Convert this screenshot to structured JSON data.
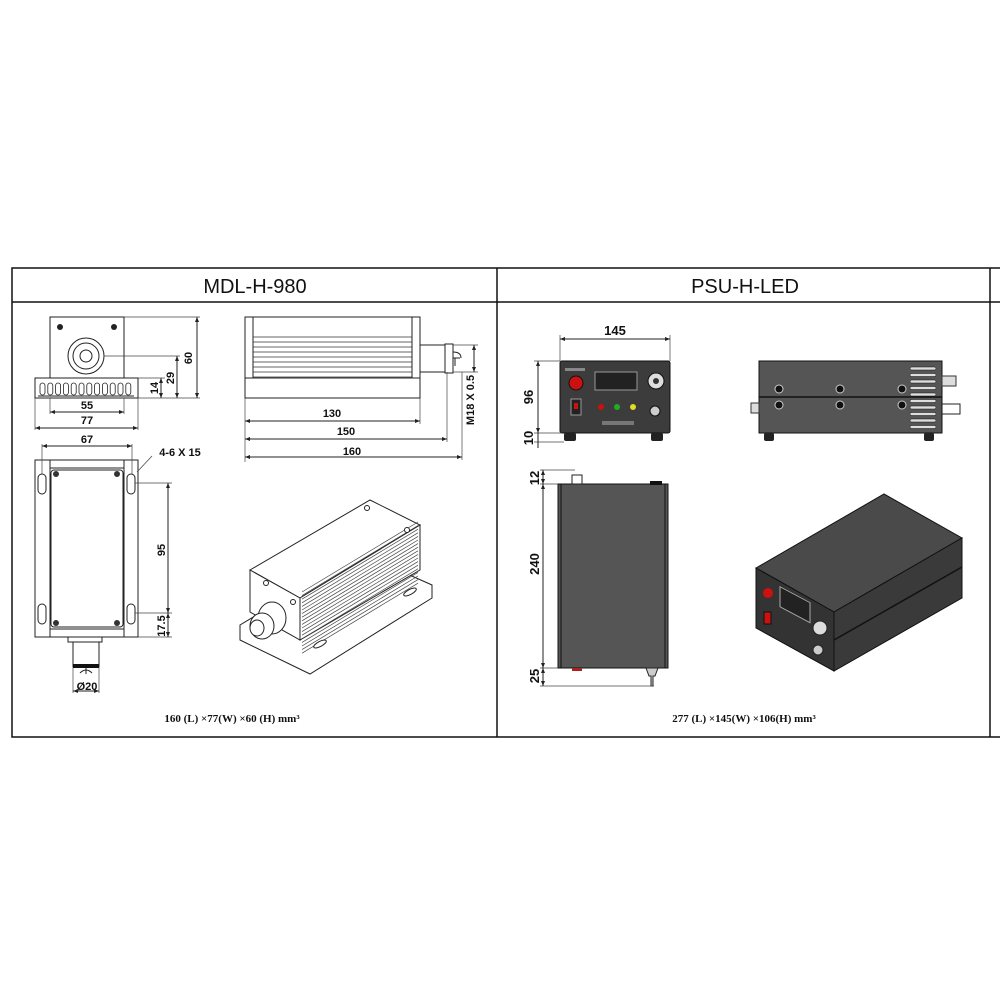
{
  "table": {
    "columns": [
      {
        "title": "MDL-H-980",
        "dimensions": {
          "d60": "60",
          "d29": "29",
          "d14": "14",
          "d55": "55",
          "d77": "77",
          "d130": "130",
          "d150": "150",
          "d160": "160",
          "thread": "M18 X 0.5",
          "d67": "67",
          "holes": "4-6 X 15",
          "d95": "95",
          "d17_5": "17.5",
          "dia20": "Ø20"
        },
        "caption": "160 (L) ×77(W) ×60 (H) mm³"
      },
      {
        "title": "PSU-H-LED",
        "dimensions": {
          "d145": "145",
          "d96": "96",
          "d10": "10",
          "d12": "12",
          "d240": "240",
          "d25": "25"
        },
        "caption": "277 (L) ×145(W) ×106(H) mm³"
      }
    ]
  },
  "colors": {
    "line": "#222222",
    "psu_body": "#555555",
    "led_red": "#cc1111",
    "led_green": "#22aa22",
    "led_yellow": "#dddd22"
  }
}
